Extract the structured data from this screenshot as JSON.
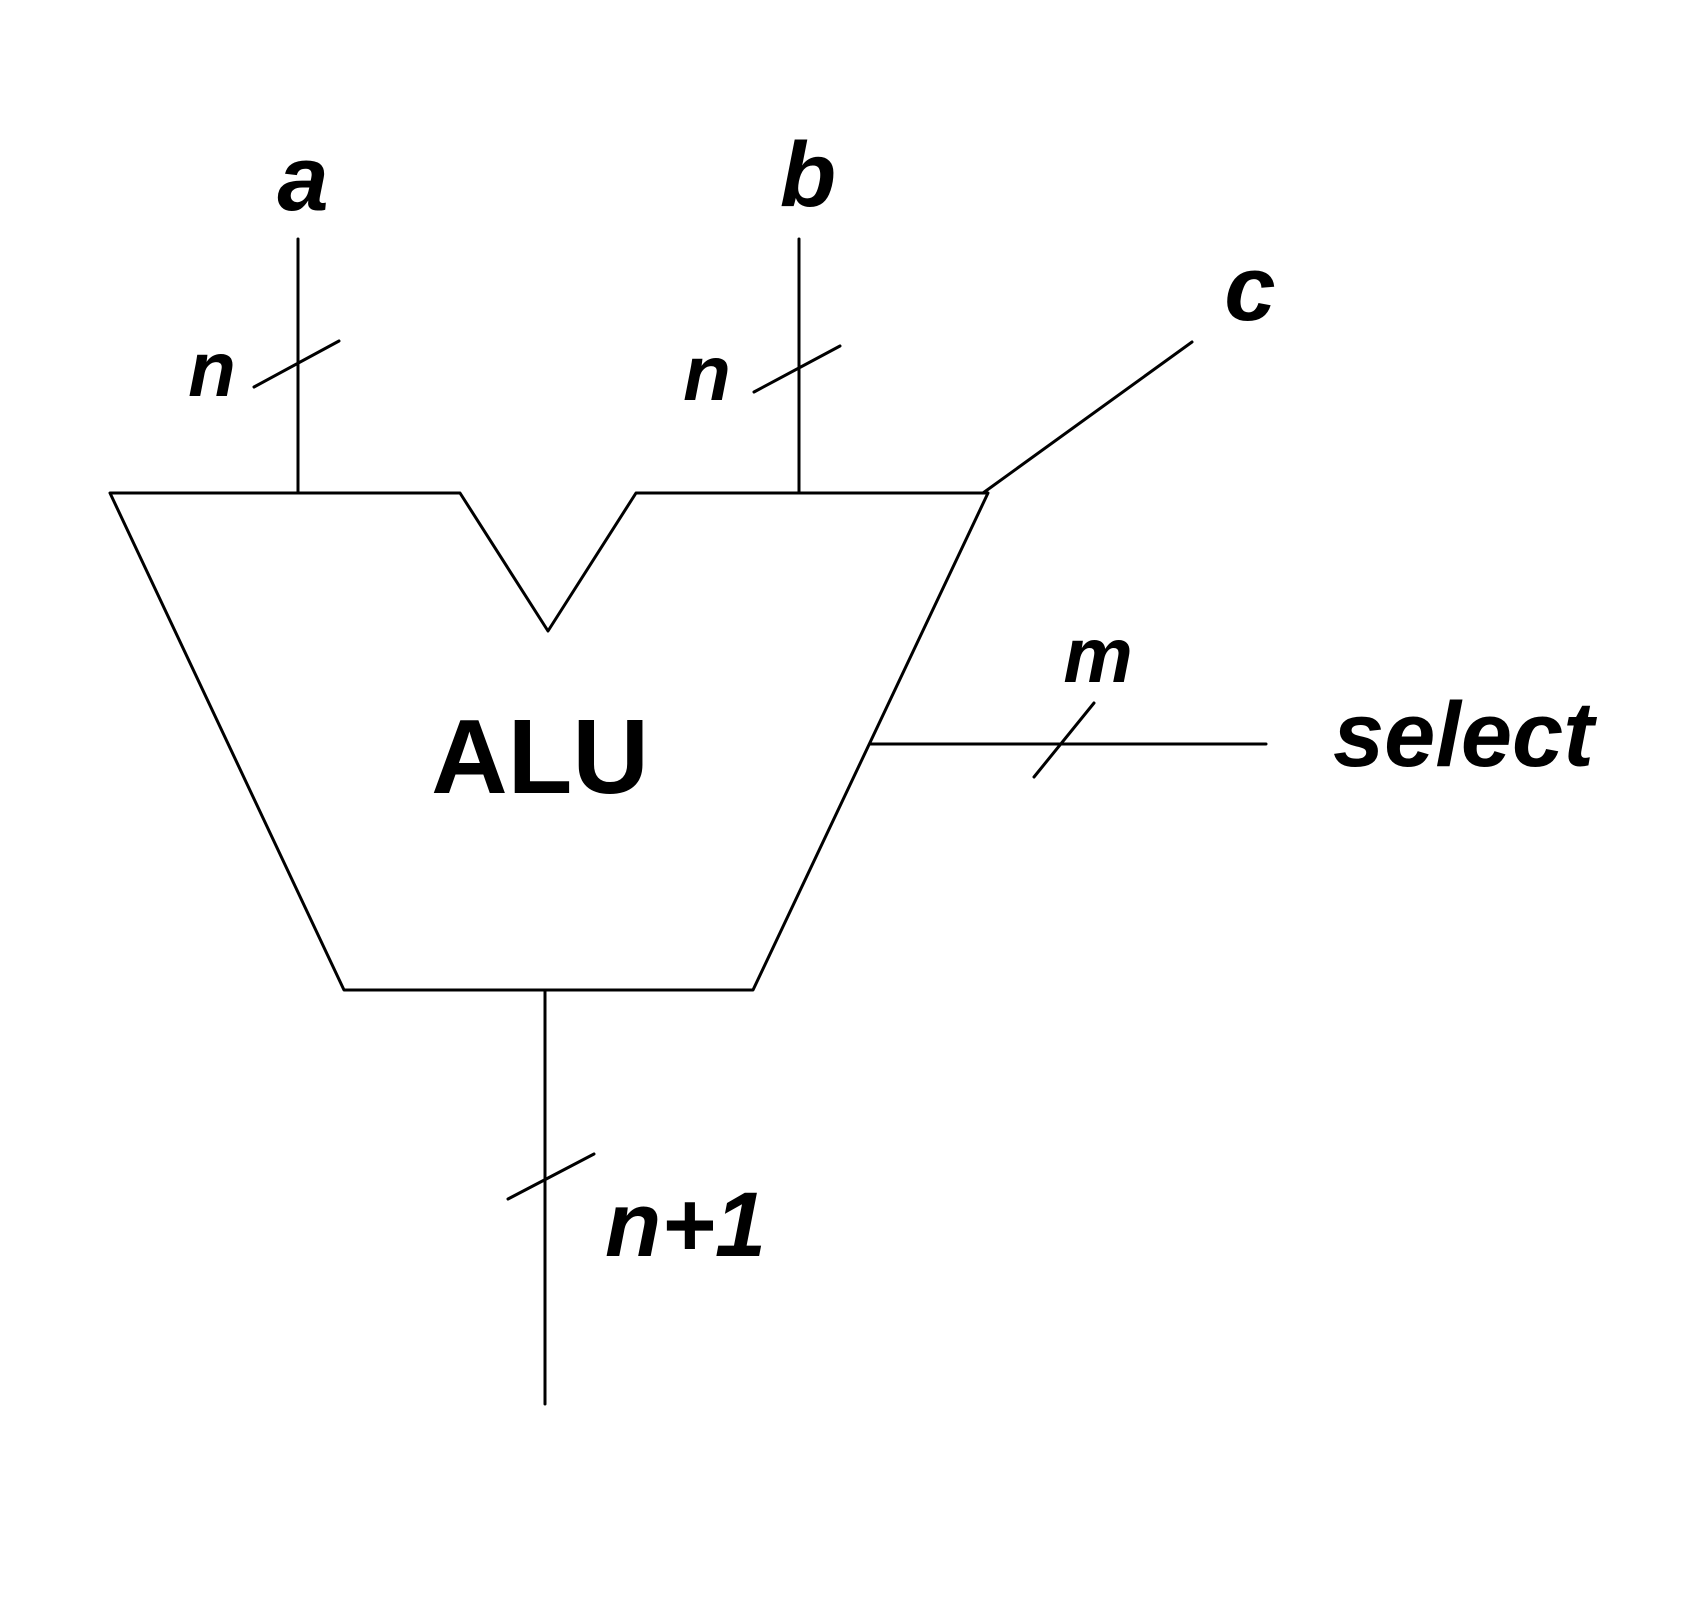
{
  "diagram": {
    "block_label": "ALU",
    "inputs": {
      "a": {
        "name": "a",
        "width": "n"
      },
      "b": {
        "name": "b",
        "width": "n"
      }
    },
    "carry_in": {
      "name": "c"
    },
    "select": {
      "name": "select",
      "width": "m"
    },
    "output": {
      "width": "n+1"
    }
  }
}
